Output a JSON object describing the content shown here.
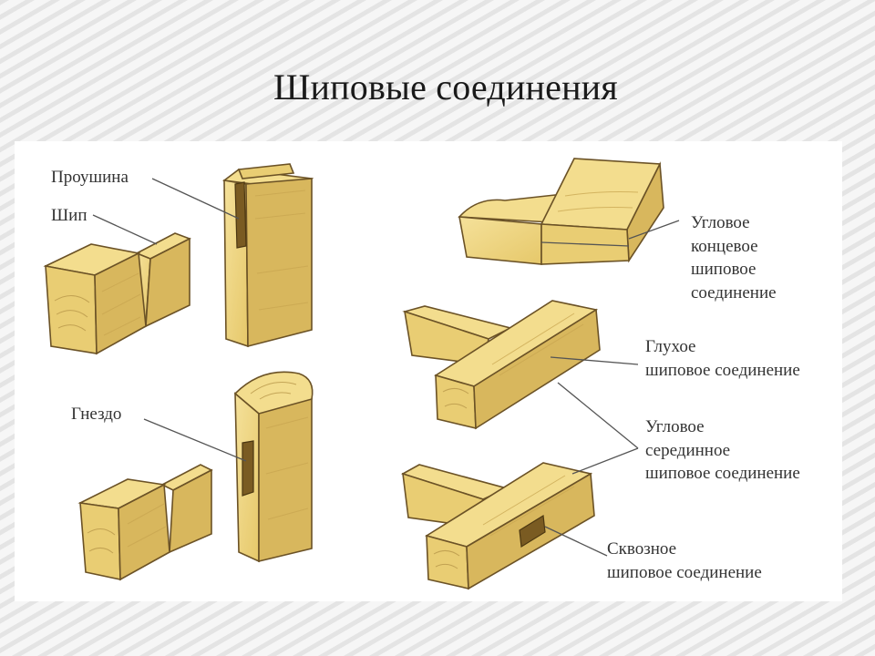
{
  "title": "Шиповые соединения",
  "labels": {
    "proushina": "Проушина",
    "ship": "Шип",
    "gnezdo": "Гнездо",
    "corner_end": [
      "Угловое",
      "концевое",
      "шиповое",
      "соединение"
    ],
    "blind": [
      "Глухое",
      "шиповое соединение"
    ],
    "corner_middle": [
      "Угловое",
      "серединное",
      "шиповое соединение"
    ],
    "through": [
      "Сквозное",
      "шиповое соединение"
    ]
  },
  "colors": {
    "wood_light": "#f3dd8e",
    "wood_mid": "#e9cd73",
    "wood_dark": "#d8b75d",
    "outline": "#6b5226",
    "panel": "#ffffff"
  }
}
